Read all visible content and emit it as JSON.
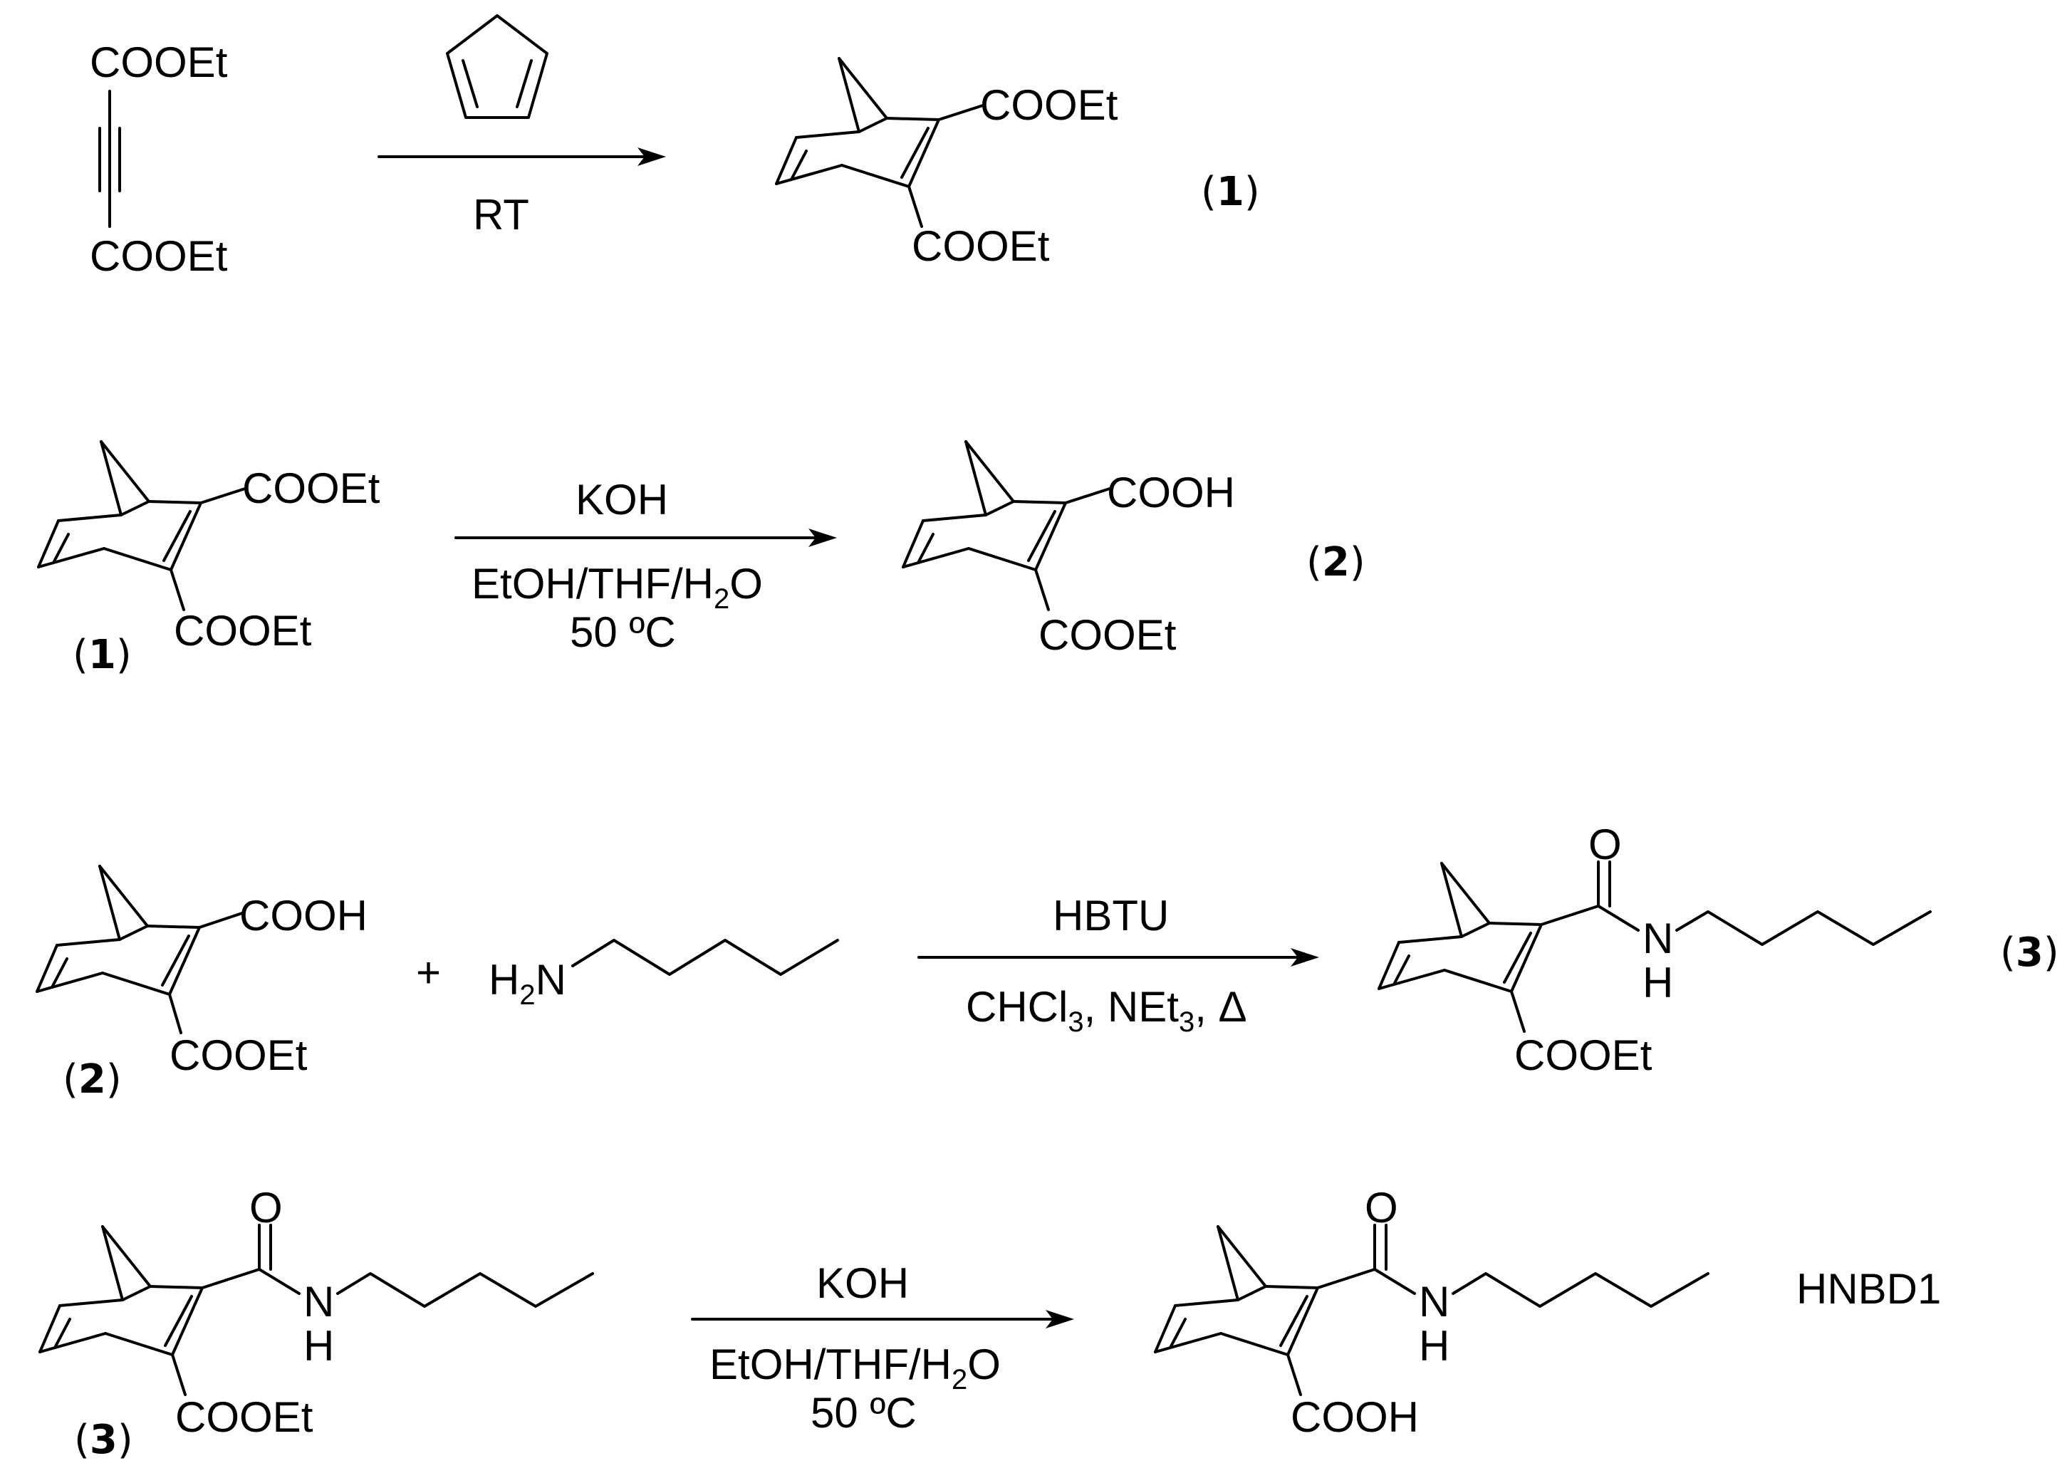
{
  "scheme": {
    "colors": {
      "ink": "#000000",
      "background": "#ffffff"
    },
    "rows": [
      {
        "reactants": [
          {
            "structure": "diethyl acetylenedicarboxylate",
            "top_group": "COOEt",
            "bottom_group": "COOEt"
          }
        ],
        "arrow": {
          "reagent_above": "cyclopentadiene (structure)",
          "condition_below": "RT"
        },
        "product": {
          "structure": "norbornadiene diester",
          "groups": [
            "COOEt",
            "COOEt"
          ],
          "label_num": "1"
        }
      },
      {
        "reactants": [
          {
            "structure": "norbornadiene diester",
            "groups": [
              "COOEt",
              "COOEt"
            ],
            "label_num": "1"
          }
        ],
        "arrow": {
          "reagent_above": "KOH",
          "condition_line1_a": "EtOH/THF/H",
          "condition_line1_sub": "2",
          "condition_line1_b": "O",
          "condition_line2": "50 ºC"
        },
        "product": {
          "structure": "norbornadiene acid ester",
          "groups": [
            "COOH",
            "COOEt"
          ],
          "label_num": "2"
        }
      },
      {
        "reactants": [
          {
            "structure": "norbornadiene acid ester",
            "groups": [
              "COOH",
              "COOEt"
            ],
            "label_num": "2"
          },
          {
            "structure": "pentylamine",
            "amine_a": "H",
            "amine_sub": "2",
            "amine_b": "N"
          }
        ],
        "plus": "+",
        "arrow": {
          "reagent_above": "HBTU",
          "cond_a": "CHCl",
          "cond_sub1": "3",
          "cond_b": ", NEt",
          "cond_sub2": "3",
          "cond_c": ", Δ"
        },
        "product": {
          "structure": "norbornadiene amide ester",
          "O": "O",
          "N": "N",
          "H": "H",
          "groups": [
            "COOEt"
          ],
          "label_num": "3"
        }
      },
      {
        "reactants": [
          {
            "structure": "norbornadiene amide ester",
            "O": "O",
            "N": "N",
            "H": "H",
            "groups": [
              "COOEt"
            ],
            "label_num": "3"
          }
        ],
        "arrow": {
          "reagent_above": "KOH",
          "condition_line1_a": "EtOH/THF/H",
          "condition_line1_sub": "2",
          "condition_line1_b": "O",
          "condition_line2": "50 ºC"
        },
        "product": {
          "structure": "norbornadiene amide acid",
          "O": "O",
          "N": "N",
          "H": "H",
          "groups": [
            "COOH"
          ],
          "name": "HNBD1"
        }
      }
    ]
  }
}
